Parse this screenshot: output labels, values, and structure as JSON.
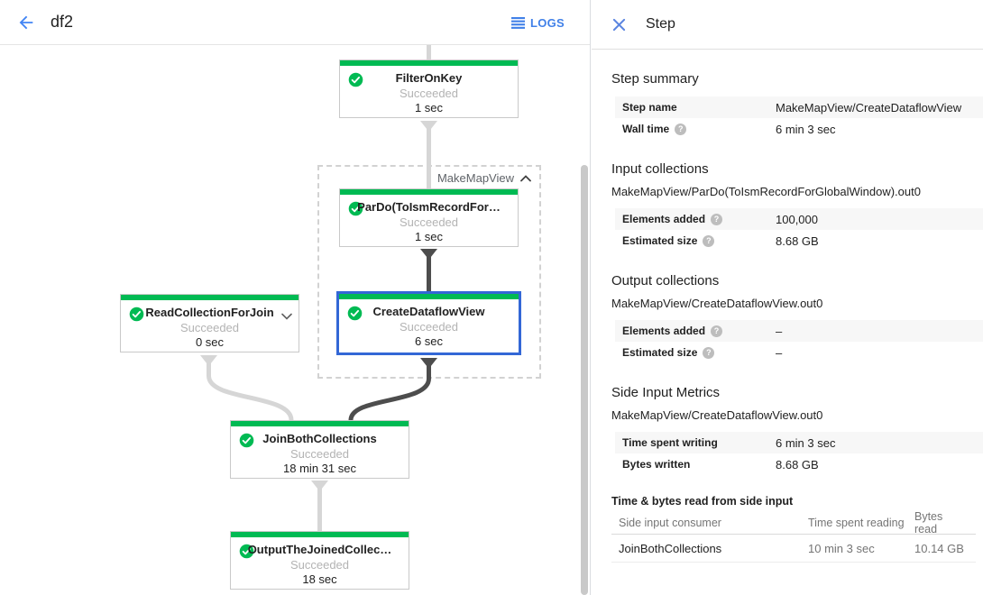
{
  "header": {
    "title": "df2",
    "logs_label": "LOGS"
  },
  "panel": {
    "title": "Step"
  },
  "icons": {
    "help_glyph": "?"
  },
  "colors": {
    "success_green": "#00ba53",
    "selection_blue": "#3367d6",
    "accent_blue": "#4285f4",
    "edge_light": "#d6d6d6",
    "edge_dark": "#4d4d4d"
  },
  "graph": {
    "group_label": "MakeMapView",
    "nodes": [
      {
        "title": "FilterOnKey",
        "status": "Succeeded",
        "time": "1 sec"
      },
      {
        "title": "ParDo(ToIsmRecordFor…",
        "status": "Succeeded",
        "time": "1 sec"
      },
      {
        "title": "CreateDataflowView",
        "status": "Succeeded",
        "time": "6 sec"
      },
      {
        "title": "ReadCollectionForJoin",
        "status": "Succeeded",
        "time": "0 sec"
      },
      {
        "title": "JoinBothCollections",
        "status": "Succeeded",
        "time": "18 min 31 sec"
      },
      {
        "title": "OutputTheJoinedCollec…",
        "status": "Succeeded",
        "time": "18 sec"
      }
    ]
  },
  "details": {
    "sections": [
      {
        "heading": "Step summary",
        "rows": [
          {
            "label": "Step name",
            "value": "MakeMapView/CreateDataflowView"
          },
          {
            "label": "Wall time",
            "value": "6 min 3 sec"
          }
        ]
      },
      {
        "heading": "Input collections",
        "subtitle": "MakeMapView/ParDo(ToIsmRecordForGlobalWindow).out0",
        "rows": [
          {
            "label": "Elements added",
            "value": "100,000"
          },
          {
            "label": "Estimated size",
            "value": "8.68 GB"
          }
        ]
      },
      {
        "heading": "Output collections",
        "subtitle": "MakeMapView/CreateDataflowView.out0",
        "rows": [
          {
            "label": "Elements added",
            "value": "–"
          },
          {
            "label": "Estimated size",
            "value": "–"
          }
        ]
      },
      {
        "heading": "Side Input Metrics",
        "subtitle": "MakeMapView/CreateDataflowView.out0",
        "rows": [
          {
            "label": "Time spent writing",
            "value": "6 min 3 sec"
          },
          {
            "label": "Bytes written",
            "value": "8.68 GB"
          }
        ]
      }
    ],
    "table": {
      "heading": "Time & bytes read from side input",
      "columns": [
        "Side input consumer",
        "Time spent reading",
        "Bytes read"
      ],
      "rows": [
        {
          "consumer": "JoinBothCollections",
          "time": "10 min 3 sec",
          "bytes": "10.14 GB"
        }
      ]
    }
  }
}
